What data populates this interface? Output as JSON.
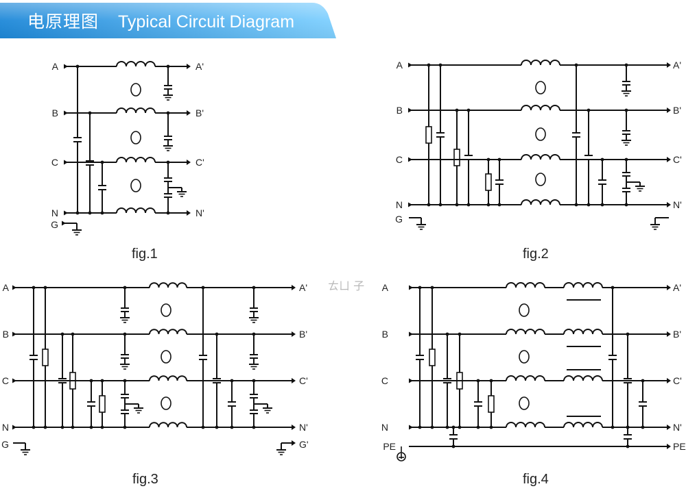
{
  "header": {
    "title_cn": "电原理图",
    "title_en": "Typical Circuit Diagram",
    "gradient_start": "#1e88d8",
    "gradient_end": "#7fd0ff"
  },
  "figures": [
    {
      "caption": "fig.1",
      "inputs": [
        "A",
        "B",
        "C",
        "N",
        "G"
      ],
      "outputs": [
        "A'",
        "B'",
        "C'",
        "N'"
      ]
    },
    {
      "caption": "fig.2",
      "inputs": [
        "A",
        "B",
        "C",
        "N",
        "G"
      ],
      "outputs": [
        "A'",
        "B'",
        "C'",
        "N'"
      ]
    },
    {
      "caption": "fig.3",
      "inputs": [
        "A",
        "B",
        "C",
        "N",
        "G"
      ],
      "outputs": [
        "A'",
        "B'",
        "C'",
        "N'",
        "G'"
      ]
    },
    {
      "caption": "fig.4",
      "inputs": [
        "A",
        "B",
        "C",
        "N",
        "PE"
      ],
      "outputs": [
        "A'",
        "B'",
        "C'",
        "N'",
        "PE"
      ]
    }
  ],
  "watermark": "ㄊㄩ 子"
}
